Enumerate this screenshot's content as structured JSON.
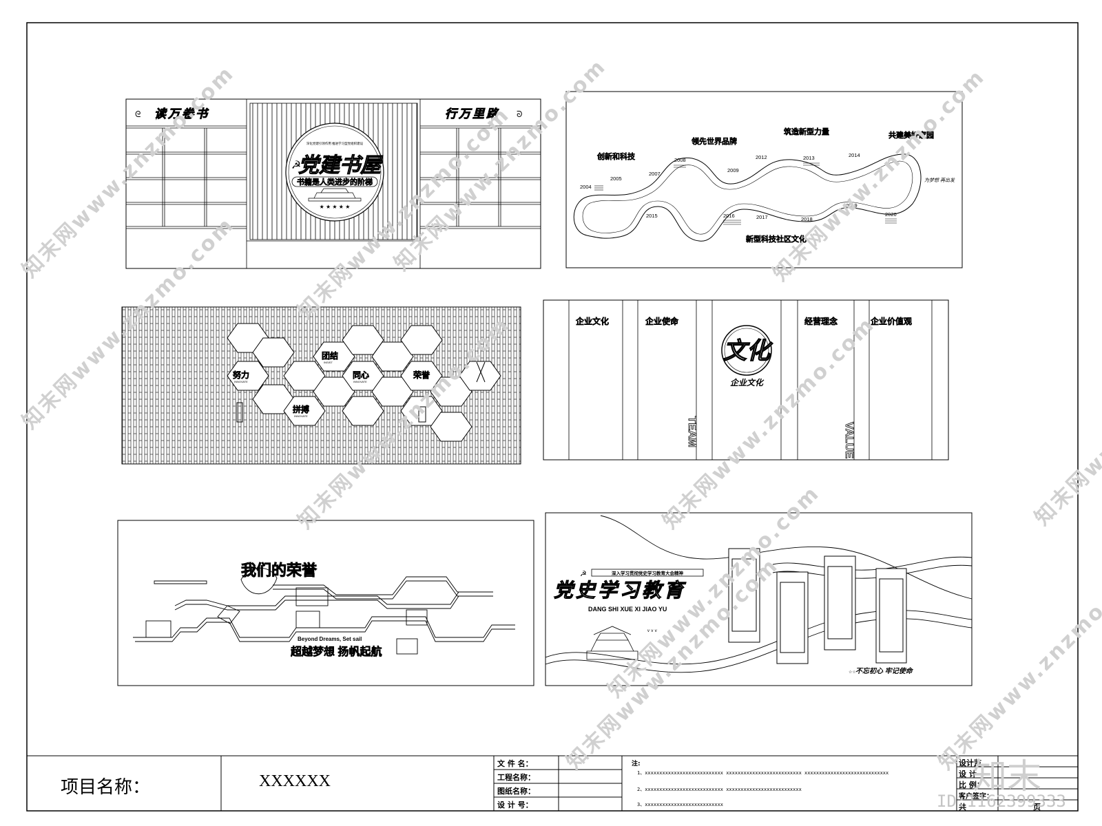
{
  "panel1": {
    "left_title": "读万卷书",
    "right_title": "行万里路",
    "emblem_title": "党建书屋",
    "emblem_subtitle": "书籍是人类进步的阶梯",
    "emblem_top": "深化党建引领作用 推进学习型党组织建设"
  },
  "panel2": {
    "years": [
      "2004",
      "2005",
      "2007",
      "2008",
      "2009",
      "2012",
      "2013",
      "2014",
      "2015",
      "2016",
      "2017",
      "2018",
      "2019",
      "2020"
    ],
    "headlines": [
      "创新和科技",
      "领先世界品牌",
      "筑造新型力量",
      "共建美好家园",
      "新型科技社区文化"
    ],
    "side_note": "为梦想 再出发"
  },
  "panel3": {
    "words": [
      "努力",
      "团结",
      "同心",
      "荣誉",
      "拼搏"
    ],
    "sub": [
      "INNOVATE",
      "INSIST",
      "INNOVATE",
      "INNOVATE"
    ]
  },
  "panel4": {
    "headings": [
      "企业文化",
      "企业使命",
      "经营理念",
      "企业价值观"
    ],
    "badge": "文化",
    "badge_sub": "企业文化",
    "vertical_left": "TEAM",
    "vertical_right": "VALUE"
  },
  "panel5": {
    "title": "我们的荣誉",
    "english": "Beyond Dreams, Set sail",
    "slogan": "超越梦想 扬帆起航"
  },
  "panel6": {
    "banner": "深入学习贯彻党史学习教育大会精神",
    "title": "党史学习教育",
    "pinyin": "DANG SHI XUE XI JIAO YU",
    "footer": "不忘初心 牢记使命"
  },
  "title_block": {
    "project_label": "项目名称：",
    "project_value": "XXXXXX",
    "file_name": "文 件 名：",
    "engineering_name": "工程名称：",
    "drawing_name": "图纸名称：",
    "design_no": "设 计 号：",
    "notes_label": "注:",
    "note1": "1、xxxxxxxxxxxxxxxxxxxxxxxxxxx  xxxxxxxxxxxxxxxxxxxxxxxxxx  xxxxxxxxxxxxxxxxxxxxxxxxxxxxx",
    "note2": "2、xxxxxxxxxxxxxxxxxxxxxxxxxxx  xxxxxxxxxxxxxxxxxxxxxxxxxx",
    "note3": "3、xxxxxxxxxxxxxxxxxxxxxxxxxxx",
    "right_labels": [
      "设计监",
      "设 计",
      "比 例：",
      "客户签字：",
      "共",
      "页"
    ]
  },
  "watermark": {
    "text": "知末网www.znzmo.com",
    "logo": "知末",
    "id": "ID:1162399333"
  }
}
